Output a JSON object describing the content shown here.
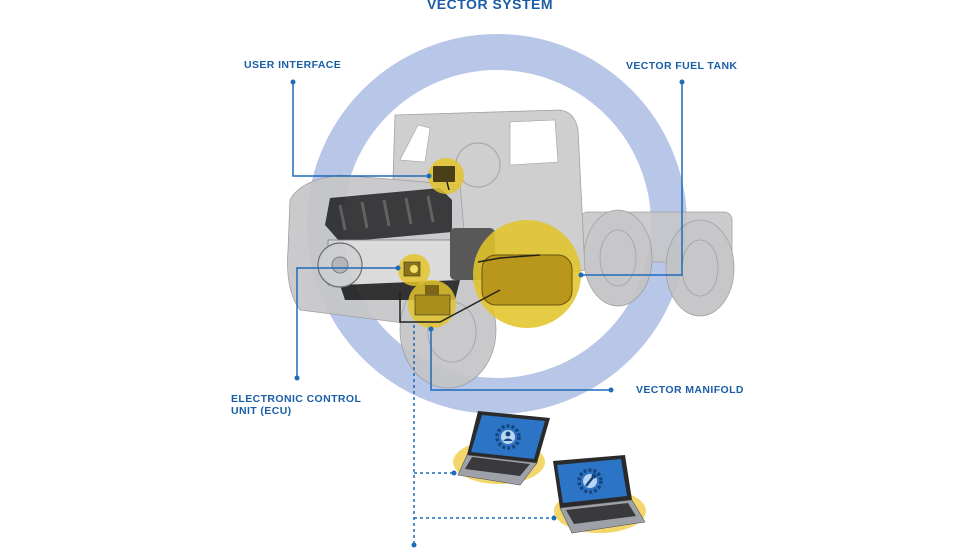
{
  "title": "VECTOR SYSTEM",
  "labels": {
    "user_interface": "USER INTERFACE",
    "fuel_tank": "VECTOR FUEL TANK",
    "ecu_line1": "ELECTRONIC CONTROL",
    "ecu_line2": "UNIT (ECU)",
    "manifold": "VECTOR MANIFOLD"
  },
  "colors": {
    "label_blue": "#1a5ea8",
    "ring_blue": "#b6c4e6",
    "highlight_yellow": "#e8c92c",
    "truck_gray": "#c9c9cb"
  },
  "icons": {
    "laptop_1": "user-gear-icon",
    "laptop_2": "wrench-gear-icon"
  }
}
